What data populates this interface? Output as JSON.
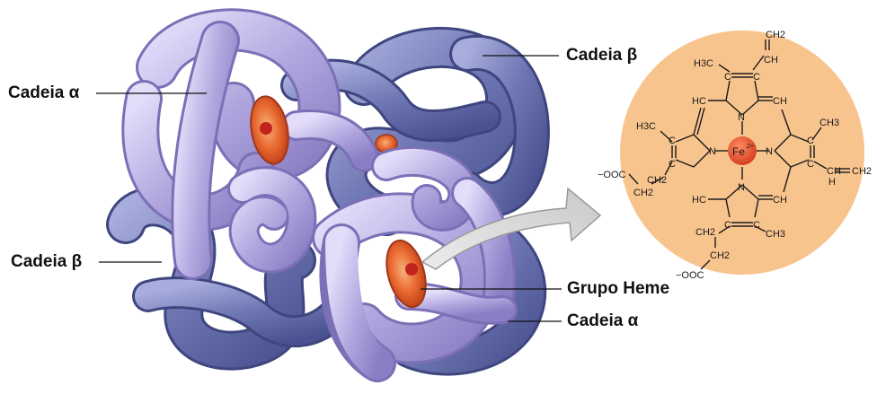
{
  "labels": {
    "alpha_left": "Cadeia α",
    "beta_left": "Cadeia β",
    "beta_top_right": "Cadeia β",
    "heme": "Grupo Heme",
    "alpha_bottom_right": "Cadeia α"
  },
  "heme_structure": {
    "center": "Fe",
    "center_charge": "2+",
    "nitrogen": "N",
    "groups": {
      "vinyl_top": "CH2",
      "vinyl_top_ch": "CH",
      "methyl_top_left": "H3C",
      "methyl_left": "H3C",
      "methyl_right": "CH3",
      "methyl_bottom_right": "CH3",
      "vinyl_right_ch": "CH",
      "vinyl_right_h": "H",
      "vinyl_right_ch2": "CH2",
      "carboxyl_left": "−OOC",
      "carboxyl_bottom": "−OOC",
      "propionate_ch2": "CH2",
      "carbon": "C",
      "hc": "HC",
      "ch": "CH"
    }
  },
  "colors": {
    "alpha_chain": "#b6aee0",
    "beta_chain": "#6f78b4",
    "heme_disk": "#e45a2a",
    "porphyrin_bg": "#f8c48e",
    "iron": "#e84a28"
  }
}
